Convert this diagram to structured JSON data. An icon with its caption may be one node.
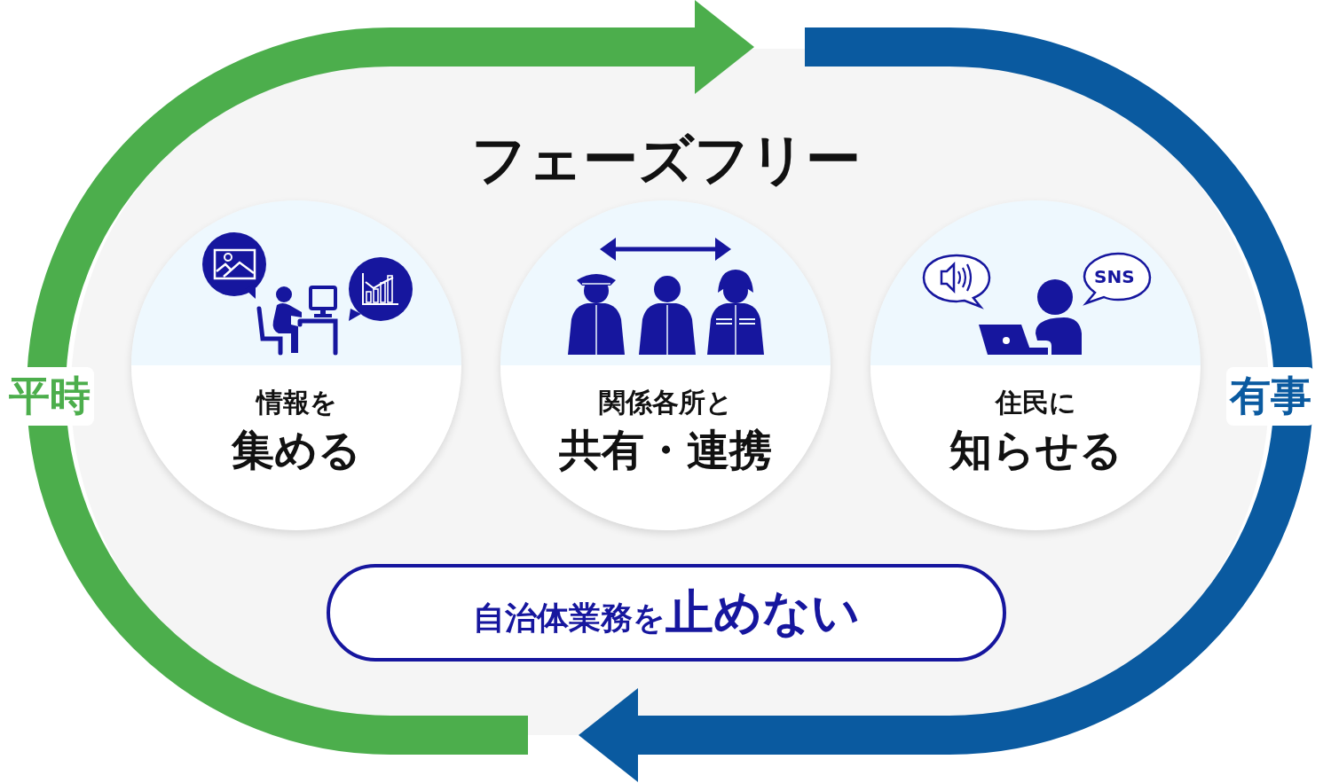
{
  "diagram": {
    "title": "フェーズフリー",
    "nodes": [
      {
        "text": [
          "情報を",
          "集める"
        ]
      },
      {
        "text": [
          "関係各所と",
          "共有・連携"
        ]
      },
      {
        "text": [
          "住民に",
          "知らせる"
        ]
      },
      {
        "text": [
          "自治体業務を",
          "止めない"
        ]
      }
    ],
    "labels": [
      "平時",
      "有事",
      "SNS"
    ]
  }
}
